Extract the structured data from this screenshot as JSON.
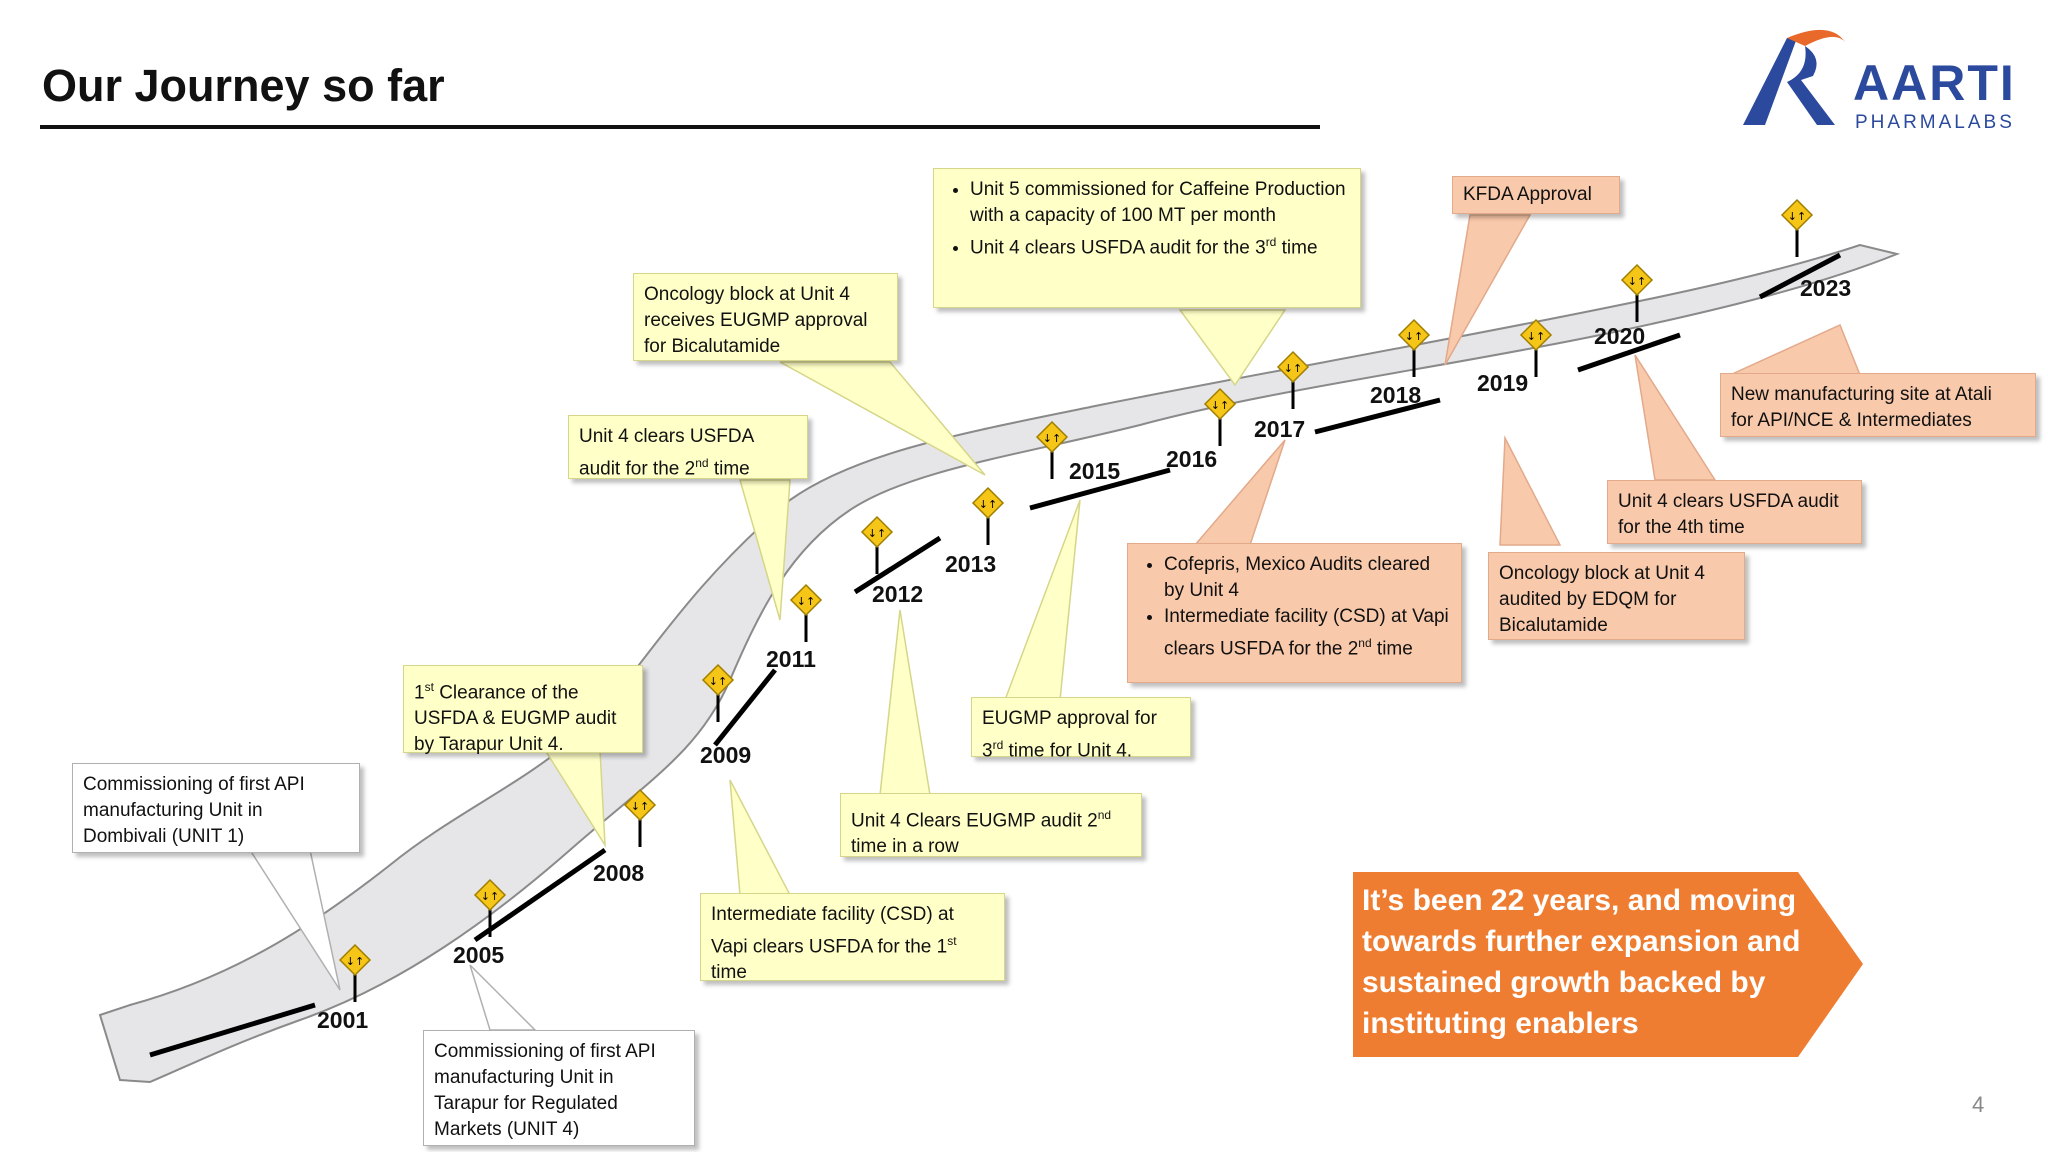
{
  "title": "Our Journey so far",
  "logo": {
    "name": "AARTI",
    "sub": "PHARMALABS"
  },
  "years": [
    "2001",
    "2005",
    "2008",
    "2009",
    "2011",
    "2012",
    "2013",
    "2015",
    "2016",
    "2017",
    "2018",
    "2019",
    "2020",
    "2023"
  ],
  "callouts": {
    "c2001": [
      "Commissioning of first API",
      "manufacturing Unit in",
      "Dombivali (UNIT 1)"
    ],
    "c2005": [
      "Commissioning of first API",
      "manufacturing Unit in",
      "Tarapur for Regulated",
      "Markets (UNIT 4)"
    ],
    "c2008": {
      "sup": "st",
      "lines": [
        "1",
        " Clearance of the",
        "USFDA & EUGMP audit",
        "by Tarapur Unit 4."
      ]
    },
    "c2009": {
      "l1": "Intermediate facility (CSD) at",
      "l2a": "Vapi clears USFDA for the 1",
      "sup": "st",
      "l3": "time"
    },
    "c2011": {
      "l1": "Unit 4 clears USFDA",
      "l2a": "audit for the 2",
      "sup": "nd",
      "l2b": " time"
    },
    "c2012": {
      "l1a": "Unit 4 Clears EUGMP audit 2",
      "sup": "nd",
      "l2": "time in a row"
    },
    "c2013": [
      "Oncology block  at Unit 4",
      "receives EUGMP approval",
      "for Bicalutamide"
    ],
    "c2015": {
      "l1": "EUGMP approval for",
      "l2a": "3",
      "sup": "rd",
      "l2b": " time for Unit 4."
    },
    "c2016": {
      "b1": "Unit 5 commissioned for Caffeine Production with a capacity of 100 MT per month",
      "b2a": "Unit 4 clears USFDA audit for the 3",
      "sup": "rd",
      "b2b": " time"
    },
    "c2017": {
      "b1": "Cofepris, Mexico Audits cleared by Unit 4",
      "b2a": "Intermediate facility (CSD) at Vapi clears USFDA for the 2",
      "sup": "nd",
      "b2b": " time"
    },
    "c2018": "KFDA Approval",
    "c2019": [
      "Oncology block  at Unit 4",
      "audited by EDQM for",
      "Bicalutamide"
    ],
    "c2020": [
      "Unit 4 clears USFDA audit",
      "for the 4th time"
    ],
    "c2023": [
      "New manufacturing site at Atali",
      "for API/NCE & Intermediates"
    ]
  },
  "banner": "It’s been 22 years, and moving towards further expansion and sustained growth backed by instituting enablers",
  "page_number": "4",
  "colors": {
    "road": "#e6e6e8",
    "yellow_callout": "#ffffc8",
    "peach_callout": "#f9c9ab",
    "banner": "#ee7d31",
    "sign": "#f5c518",
    "logo_blue": "#2b4a9e",
    "logo_orange": "#e8692a"
  }
}
